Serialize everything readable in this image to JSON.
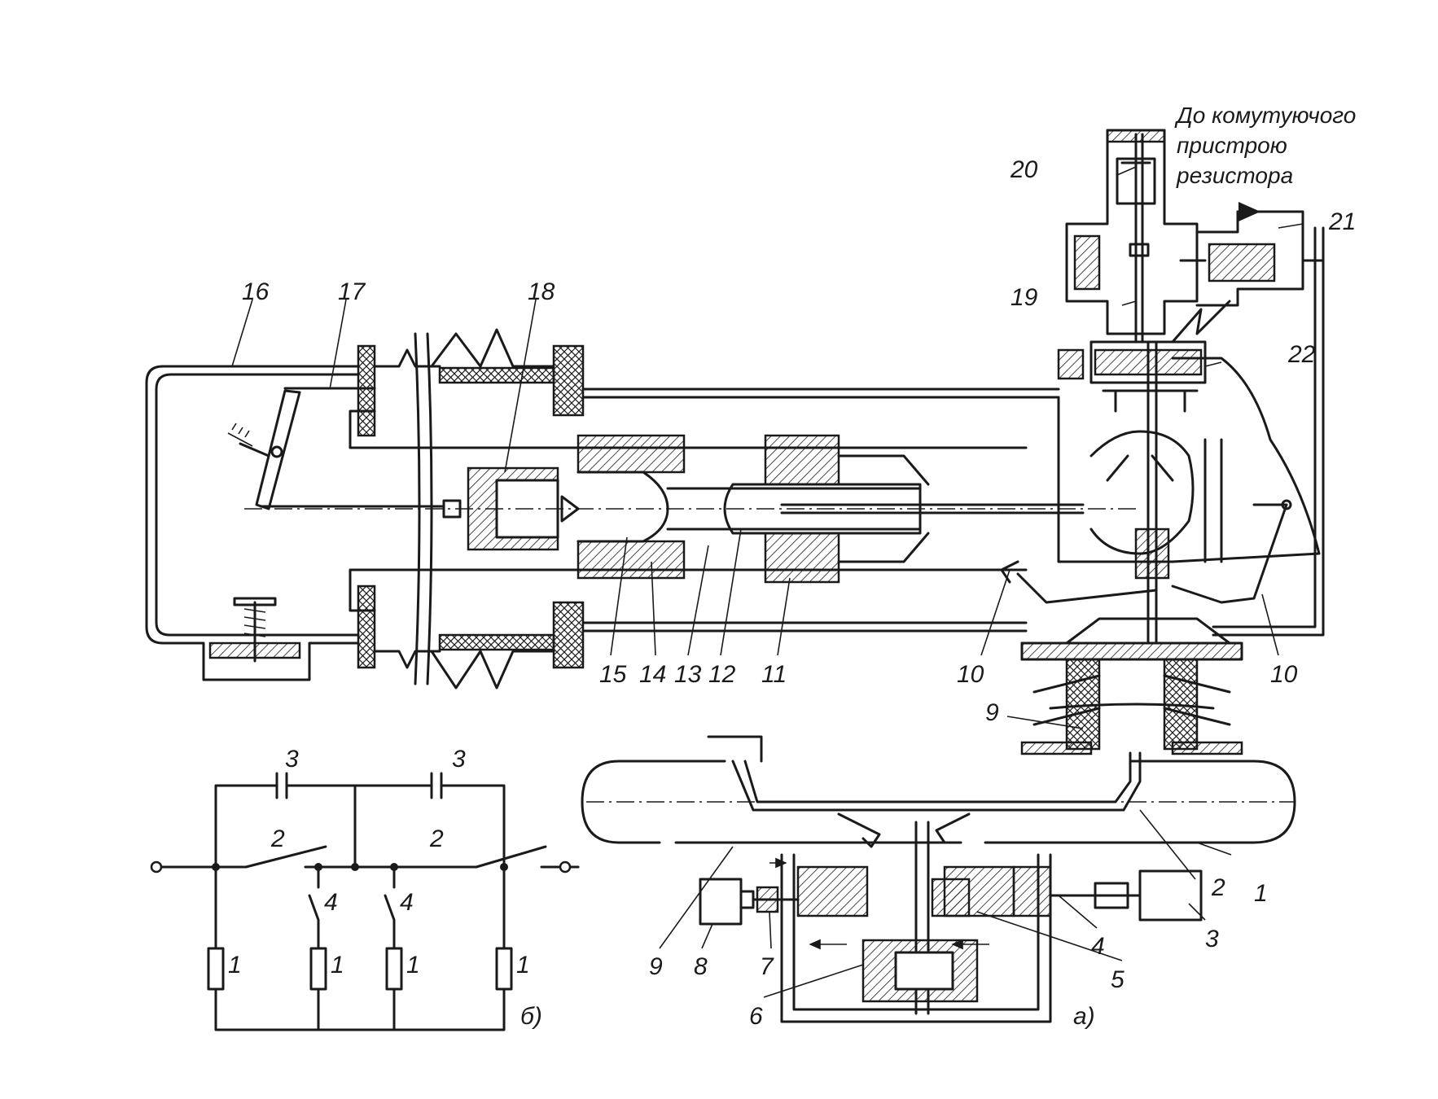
{
  "note": {
    "line1": "До комутуючого",
    "line2": "пристрою",
    "line3": "резистора"
  },
  "part_labels": [
    "1",
    "2",
    "3",
    "4",
    "5",
    "6",
    "7",
    "8",
    "9",
    "10",
    "11",
    "12",
    "13",
    "14",
    "15",
    "16",
    "17",
    "18",
    "19",
    "20",
    "21",
    "22"
  ],
  "schematic_labels": {
    "resistor": "1",
    "switch_main": "2",
    "capacitor": "3",
    "switch_shunt": "4"
  },
  "sublabels": {
    "a": "а)",
    "b": "б)"
  }
}
